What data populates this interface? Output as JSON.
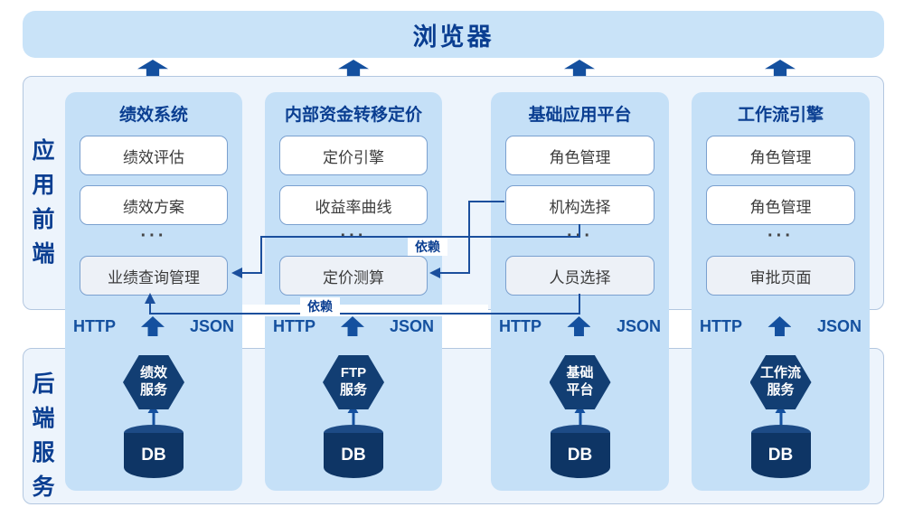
{
  "header": {
    "title": "浏览器"
  },
  "sections": {
    "frontend": "应用前端",
    "backend": "后端服务"
  },
  "labels": {
    "http": "HTTP",
    "json": "JSON",
    "db": "DB",
    "ellipsis": "···"
  },
  "columns": [
    {
      "title": "绩效系统",
      "items": [
        "绩效评估",
        "绩效方案"
      ],
      "last_item": "业绩查询管理",
      "service": [
        "绩效",
        "服务"
      ]
    },
    {
      "title": "内部资金转移定价",
      "items": [
        "定价引擎",
        "收益率曲线"
      ],
      "last_item": "定价测算",
      "service": [
        "FTP",
        "服务"
      ]
    },
    {
      "title": "基础应用平台",
      "items": [
        "角色管理",
        "机构选择"
      ],
      "last_item": "人员选择",
      "service": [
        "基础",
        "平台"
      ]
    },
    {
      "title": "工作流引擎",
      "items": [
        "角色管理",
        "角色管理"
      ],
      "last_item": "审批页面",
      "service": [
        "工作流",
        "服务"
      ]
    }
  ],
  "connections": [
    {
      "from": "机构选择",
      "to": "定价测算",
      "label": "依赖"
    },
    {
      "from": "机构选择",
      "to": "业绩查询管理",
      "label": ""
    },
    {
      "from": "人员选择",
      "to": "业绩查询管理",
      "label": "依赖"
    }
  ],
  "colors": {
    "accent_navy": "#0a3e91",
    "banner_bg": "#c9e3f8",
    "panel_bg": "#edf4fc",
    "strip_bg": "#c5e0f7",
    "shape_navy": "#123e73",
    "line_navy": "#1b4f9d"
  }
}
